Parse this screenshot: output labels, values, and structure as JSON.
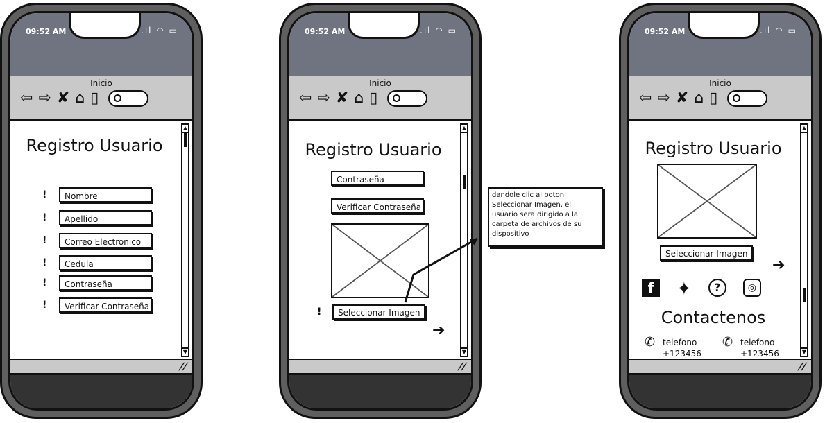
{
  "status": {
    "time": "09:52 AM",
    "signal_icon": "signal-icon",
    "wifi_icon": "wifi-icon",
    "battery_icon": "battery-icon"
  },
  "nav": {
    "title": "Inicio",
    "icons": [
      "back-arrow-icon",
      "forward-arrow-icon",
      "close-icon",
      "home-icon",
      "bookmark-icon",
      "search-icon"
    ]
  },
  "screen1": {
    "title": "Registro Usuario",
    "fields": [
      "Nombre",
      "Apellido",
      "Correo Electronico",
      "Cedula",
      "Contraseña",
      "Verificar Contraseña"
    ],
    "required_mark": "!"
  },
  "screen2": {
    "title": "Registro Usuario",
    "fields": [
      "Contraseña",
      "Verificar Contraseña"
    ],
    "button": "Seleccionar Imagen",
    "required_mark": "!"
  },
  "screen3": {
    "title": "Registro Usuario",
    "button": "Seleccionar Imagen",
    "social_icons": [
      "facebook-icon",
      "twitter-icon",
      "help-icon",
      "instagram-icon"
    ],
    "contact_title": "Contactenos",
    "contacts": [
      {
        "label": "telefono",
        "number": "+123456"
      },
      {
        "label": "telefono",
        "number": "+123456"
      }
    ]
  },
  "annotation": "dandole clic al boton Seleccionar Imagen, el usuario sera dirigido a la carpeta de archivos de su dispositivo"
}
